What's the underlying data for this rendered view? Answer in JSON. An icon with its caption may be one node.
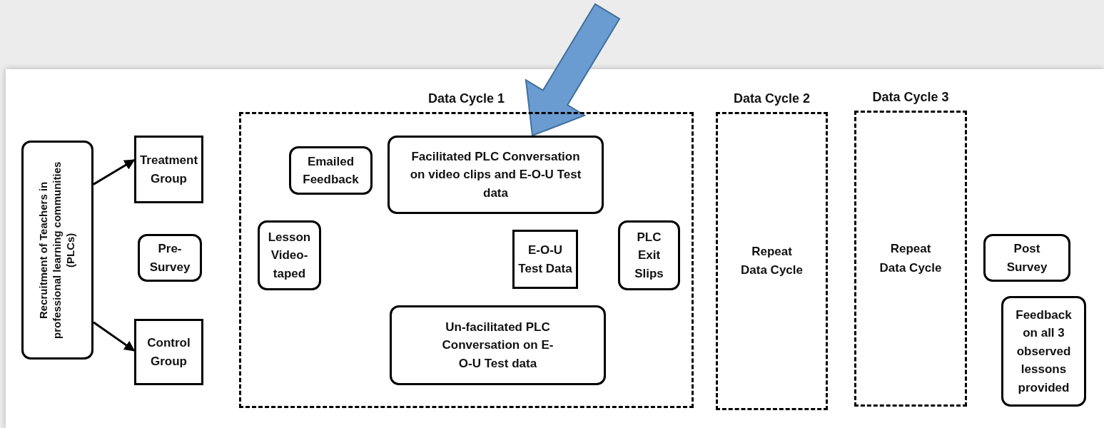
{
  "diagram": {
    "nodes": [
      {
        "text": [
          "Recruitment of Teachers in professional learning communities (PLCs)"
        ]
      },
      {
        "text": [
          "Treatment Group"
        ]
      },
      {
        "text": [
          "Pre- Survey"
        ]
      },
      {
        "text": [
          "Control Group"
        ]
      },
      {
        "text": [
          "Data Cycle 1"
        ]
      },
      {
        "text": [
          "Emailed Feedback"
        ],
        "in": 4
      },
      {
        "text": [
          "Facilitated PLC Conversation on video clips and E-O-U Test data"
        ],
        "in": 4
      },
      {
        "text": [
          "Lesson Video-taped"
        ],
        "in": 4
      },
      {
        "text": [
          "E-O-U Test Data"
        ],
        "in": 4
      },
      {
        "text": [
          "PLC Exit Slips"
        ],
        "in": 4
      },
      {
        "text": [
          "Un-facilitated PLC Conversation on E-O-U Test data"
        ],
        "in": 4
      },
      {
        "text": [
          "Data Cycle 2",
          "Repeat Data Cycle"
        ]
      },
      {
        "text": [
          "Data Cycle 3",
          "Repeat Data Cycle"
        ]
      },
      {
        "text": [
          "Post Survey"
        ]
      },
      {
        "text": [
          "Feedback on all 3 observed lessons provided"
        ]
      }
    ],
    "edges": [
      {
        "from": 0,
        "to": 1,
        "arrow": "to"
      },
      {
        "from": 0,
        "to": 3,
        "arrow": "to"
      },
      {
        "from": null,
        "to": 6,
        "arrow": "to",
        "style": "thick",
        "color": "#6a9bd1"
      }
    ]
  }
}
